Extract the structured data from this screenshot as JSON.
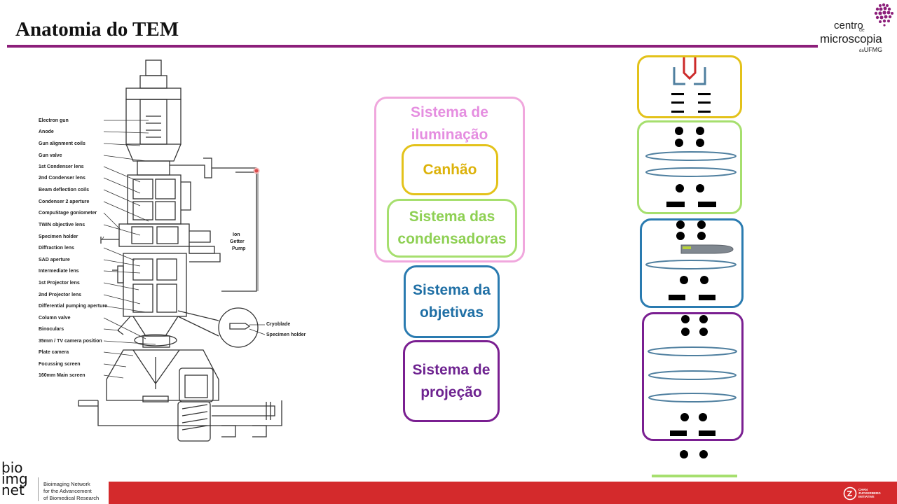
{
  "header": {
    "title": "Anatomia do TEM",
    "logo_centro": "centro",
    "logo_de": "de",
    "logo_microscopia": "microscopia",
    "logo_da": "da",
    "logo_ufmg": "UFMG"
  },
  "schematic": {
    "labels": [
      "Electron gun",
      "Anode",
      "Gun alignment coils",
      "Gun valve",
      "1st Condenser lens",
      "2nd Condenser lens",
      "Beam deflection coils",
      "Condenser 2 aperture",
      "CompuStage goniometer",
      "TWIN objective lens",
      "Specimen holder",
      "Diffraction lens",
      "SAD aperture",
      "Intermediate lens",
      "1st Projector lens",
      "2nd Projector lens",
      "Differential pumping aperture",
      "Column valve",
      "Binoculars",
      "35mm / TV camera position",
      "Plate camera",
      "Focussing screen",
      "160mm Main screen"
    ],
    "pump_line1": "Ion",
    "pump_line2": "Getter",
    "pump_line3": "Pump",
    "cryoblade": "Cryoblade",
    "specimen_holder": "Specimen holder"
  },
  "systems": {
    "iluminacao": "Sistema de iluminação",
    "canhao": "Canhão",
    "condensadoras": "Sistema das condensadoras",
    "objetivas": "Sistema da objetivas",
    "projecao": "Sistema de projeção"
  },
  "colors": {
    "title_rule": "#8c1f7a",
    "iluminacao": "#f0a7dd",
    "canhao": "#e3c21a",
    "condensadoras": "#a6df6e",
    "objetivas": "#2a7bb0",
    "projecao": "#7a1f91",
    "lens": "#4f7f9f",
    "footer": "#d42a2c"
  },
  "footer": {
    "bio_line1": "bio",
    "bio_line2": "img",
    "bio_line3": "net",
    "network_line1": "Bioimaging Network",
    "network_line2": "for the Advancement",
    "network_line3": "of Biomedical Research",
    "czi_line1": "CHAN",
    "czi_line2": "ZUCKERBERG",
    "czi_line3": "INITIATIVE"
  }
}
